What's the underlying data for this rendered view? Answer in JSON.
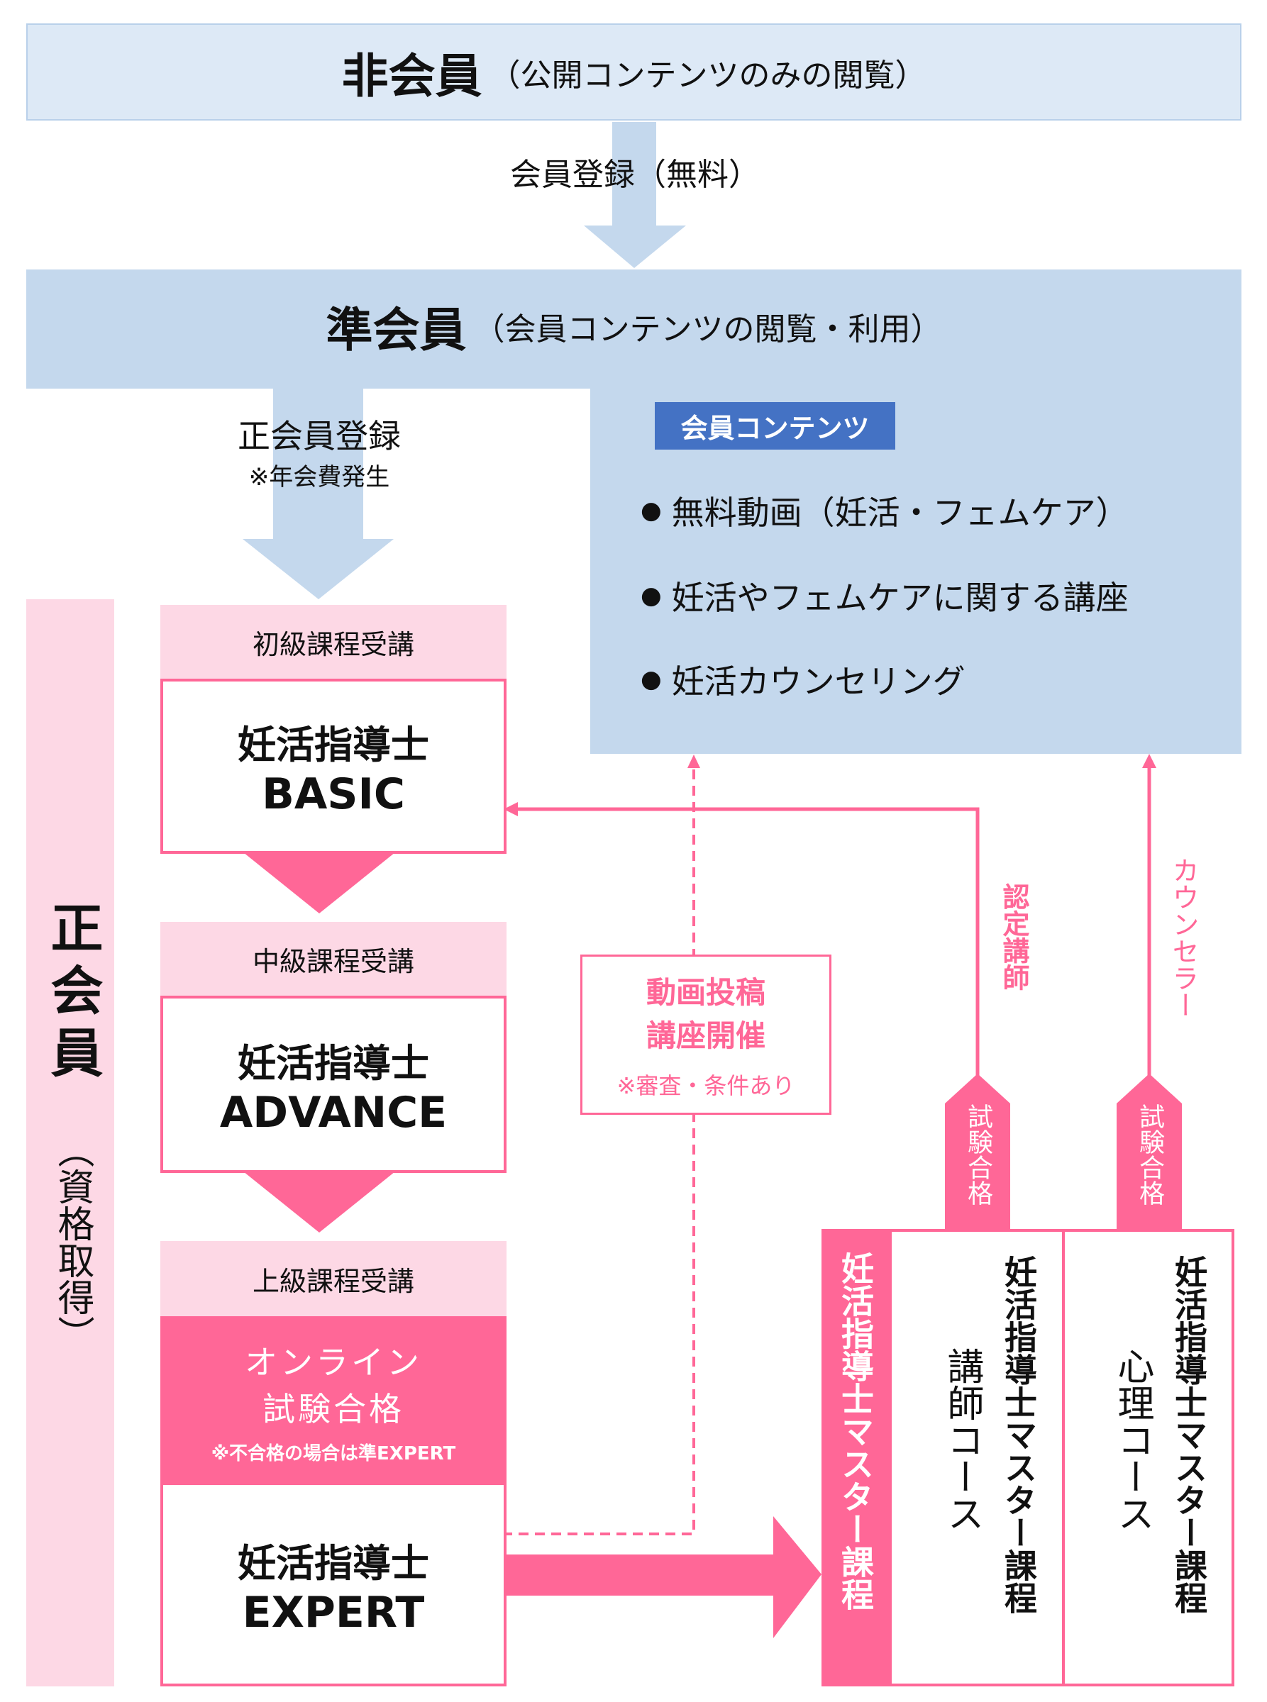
{
  "colors": {
    "light_blue": "#dde9f6",
    "blue": "#c4d8ed",
    "label_blue": "#4472c4",
    "light_pink": "#fdd8e5",
    "pink": "#ff6797"
  },
  "non_member": {
    "title": "非会員",
    "desc": "（公開コンテンツのみの閲覧）"
  },
  "member_registration": "会員登録（無料）",
  "associate": {
    "title": "準会員",
    "desc": "（会員コンテンツの閲覧・利用）"
  },
  "full_registration": {
    "label": "正会員登録",
    "note": "※年会費発生"
  },
  "content_box": {
    "label": "会員コンテンツ",
    "items": [
      "無料動画（妊活・フェムケア）",
      "妊活やフェムケアに関する講座",
      "妊活カウンセリング"
    ]
  },
  "full_member": {
    "title": "正会員",
    "sub": "（資格取得）"
  },
  "courses": {
    "basic": {
      "header": "初級課程受講",
      "line1": "妊活指導士",
      "line2": "BASIC"
    },
    "advance": {
      "header": "中級課程受講",
      "line1": "妊活指導士",
      "line2": "ADVANCE"
    },
    "expert": {
      "header": "上級課程受講",
      "exam1": "オンライン",
      "exam2": "試験合格",
      "exam_note": "※不合格の場合は準EXPERT",
      "line1": "妊活指導士",
      "line2": "EXPERT"
    }
  },
  "video_box": {
    "line1": "動画投稿",
    "line2": "講座開催",
    "note": "※審査・条件あり"
  },
  "labels": {
    "certified_instructor": "認定講師",
    "counselor": "カウンセラー",
    "exam_pass": "試験合格"
  },
  "master": {
    "main": "妊活指導士マスター課程",
    "instructor_title": "妊活指導士マスター課程",
    "instructor_course": "講師コース",
    "psych_title": "妊活指導士マスター課程",
    "psych_course": "心理コース"
  }
}
